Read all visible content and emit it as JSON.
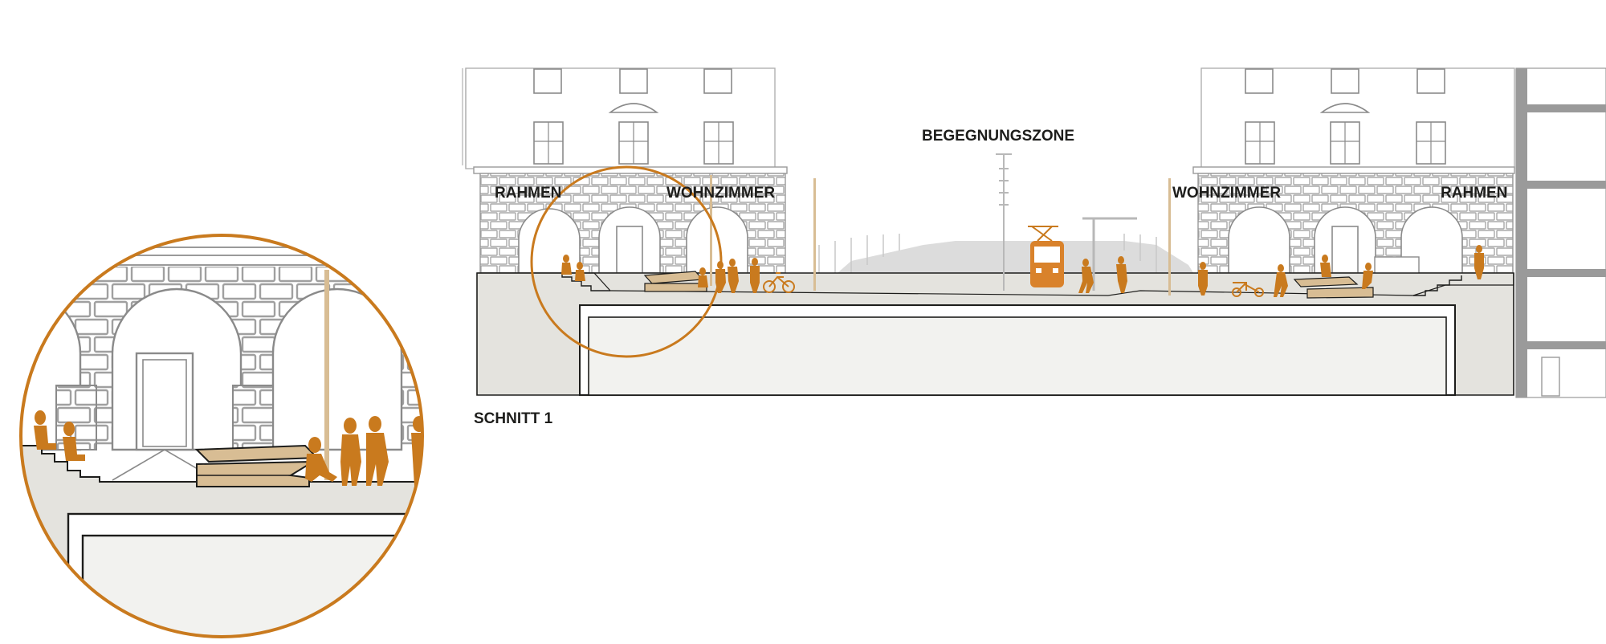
{
  "section": {
    "title": "SCHNITT 1",
    "zones": {
      "frame_left": "RAHMEN",
      "living_left": "WOHNZIMMER",
      "encounter": "BEGEGNUNGSZONE",
      "living_right": "WOHNZIMMER",
      "frame_right": "RAHMEN"
    }
  },
  "colors": {
    "accent": "#c97a1e",
    "wood": "#d8bd94",
    "building_line": "#9a9a9a",
    "ground_fill": "#e4e3de",
    "tunnel_fill": "#f2f2ef",
    "text": "#1d1d1b"
  }
}
